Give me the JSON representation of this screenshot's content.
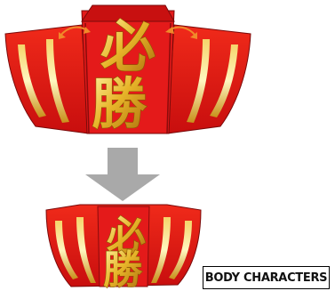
{
  "diagram": {
    "kanji_top": "必",
    "kanji_bottom": "勝",
    "label": "BODY CHARACTERS",
    "colors": {
      "panel_red": "#e01818",
      "panel_dark_red": "#b50d0d",
      "gold": "#d8a81a",
      "arrow_gray": "#a9a9a9",
      "fold_arrow_orange": "#f08a2a"
    }
  }
}
